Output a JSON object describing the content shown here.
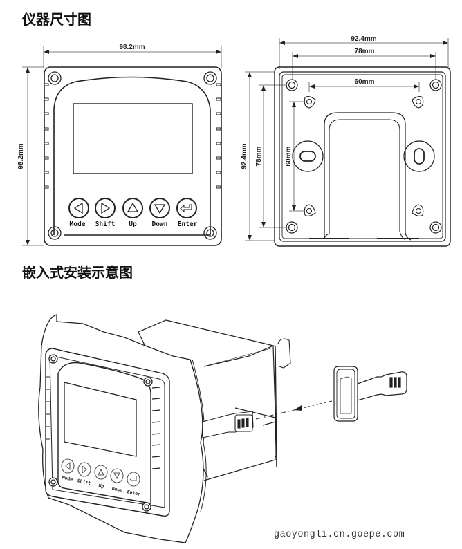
{
  "sections": {
    "dimensions_title": "仪器尺寸图",
    "installation_title": "嵌入式安装示意图"
  },
  "front_view": {
    "width_label": "98.2mm",
    "height_label": "98.2mm",
    "buttons": [
      {
        "label": "Mode",
        "icon": "arrow-left-icon"
      },
      {
        "label": "Shift",
        "icon": "arrow-right-icon"
      },
      {
        "label": "Up",
        "icon": "arrow-up-icon"
      },
      {
        "label": "Down",
        "icon": "arrow-down-icon"
      },
      {
        "label": "Enter",
        "icon": "enter-icon"
      }
    ]
  },
  "back_view": {
    "outer_width_label": "92.4mm",
    "hole_width_label": "78mm",
    "inner_width_label": "60mm",
    "outer_height_label": "92.4mm",
    "hole_height_label": "78mm",
    "inner_height_label": "60mm"
  },
  "iso_view": {
    "buttons": [
      "Mode",
      "Shift",
      "Up",
      "Down",
      "Enter"
    ]
  },
  "watermark": "gaoyongli.cn.goepe.com"
}
